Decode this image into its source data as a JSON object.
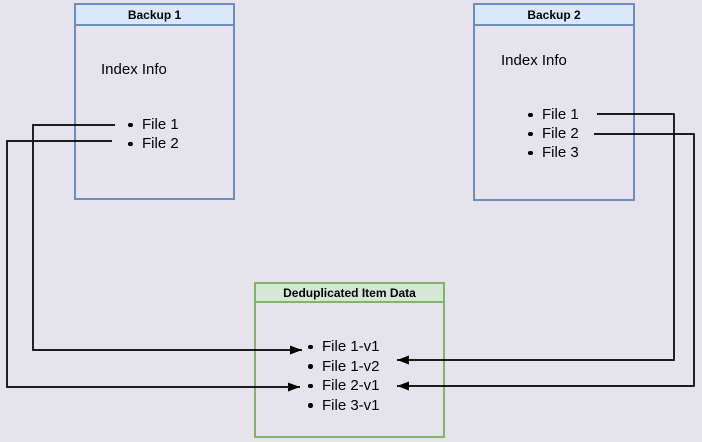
{
  "diagram": {
    "background_color": "#e5e4ed",
    "wire_color": "#000000",
    "backup1": {
      "title": "Backup 1",
      "section_label": "Index Info",
      "items": [
        "File 1",
        "File 2"
      ],
      "fill_color": "#dae8fc",
      "stroke_color": "#6c8ebf"
    },
    "backup2": {
      "title": "Backup 2",
      "section_label": "Index Info",
      "items": [
        "File 1",
        "File 2",
        "File 3"
      ],
      "fill_color": "#dae8fc",
      "stroke_color": "#6c8ebf"
    },
    "dedup": {
      "title": "Deduplicated Item Data",
      "items": [
        "File 1-v1",
        "File 1-v2",
        "File 2-v1",
        "File 3-v1"
      ],
      "fill_color": "#d5e8d4",
      "stroke_color": "#82b366"
    },
    "connections": [
      {
        "from": "Backup 1 / File 1",
        "to": "File 1-v1"
      },
      {
        "from": "Backup 1 / File 2",
        "to": "File 2-v1"
      },
      {
        "from": "Backup 2 / File 1",
        "to": "File 1-v2"
      },
      {
        "from": "Backup 2 / File 2",
        "to": "File 2-v1"
      }
    ]
  }
}
